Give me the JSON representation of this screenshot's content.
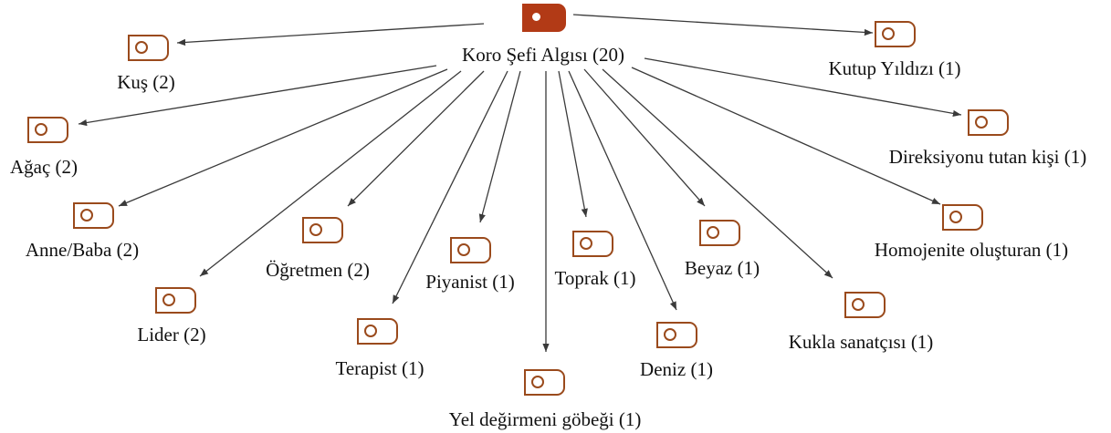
{
  "colors": {
    "icon_stroke": "#9a4a1c",
    "root_fill": "#b23a16",
    "edge": "#3a3a3a"
  },
  "root": {
    "label": "Koro Şefi Algısı (20)",
    "icon": "code-node-icon"
  },
  "codes": [
    {
      "id": "kus",
      "label": "Kuş (2)",
      "icon": "code-node-icon"
    },
    {
      "id": "agac",
      "label": "Ağaç (2)",
      "icon": "code-node-icon"
    },
    {
      "id": "anne-baba",
      "label": "Anne/Baba (2)",
      "icon": "code-node-icon"
    },
    {
      "id": "lider",
      "label": "Lider (2)",
      "icon": "code-node-icon"
    },
    {
      "id": "ogretmen",
      "label": "Öğretmen (2)",
      "icon": "code-node-icon"
    },
    {
      "id": "terapist",
      "label": "Terapist (1)",
      "icon": "code-node-icon"
    },
    {
      "id": "piyanist",
      "label": "Piyanist (1)",
      "icon": "code-node-icon"
    },
    {
      "id": "yel-degirmeni",
      "label": "Yel değirmeni göbeği (1)",
      "icon": "code-node-icon"
    },
    {
      "id": "toprak",
      "label": "Toprak (1)",
      "icon": "code-node-icon"
    },
    {
      "id": "deniz",
      "label": "Deniz (1)",
      "icon": "code-node-icon"
    },
    {
      "id": "beyaz",
      "label": "Beyaz (1)",
      "icon": "code-node-icon"
    },
    {
      "id": "kukla",
      "label": "Kukla sanatçısı (1)",
      "icon": "code-node-icon"
    },
    {
      "id": "homojenite",
      "label": "Homojenite oluşturan (1)",
      "icon": "code-node-icon"
    },
    {
      "id": "direksiyon",
      "label": "Direksiyonu tutan kişi (1)",
      "icon": "code-node-icon"
    },
    {
      "id": "kutup",
      "label": "Kutup Yıldızı (1)",
      "icon": "code-node-icon"
    }
  ]
}
